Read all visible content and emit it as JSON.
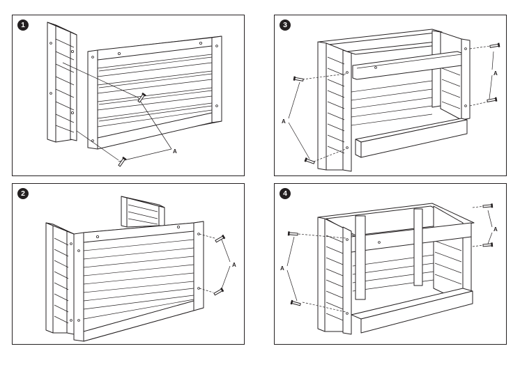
{
  "steps": [
    {
      "number": "1",
      "screw_label": "A"
    },
    {
      "number": "2",
      "screw_label": "A"
    },
    {
      "number": "3",
      "screw_label": "A"
    },
    {
      "number": "4",
      "screw_label": "A"
    }
  ]
}
